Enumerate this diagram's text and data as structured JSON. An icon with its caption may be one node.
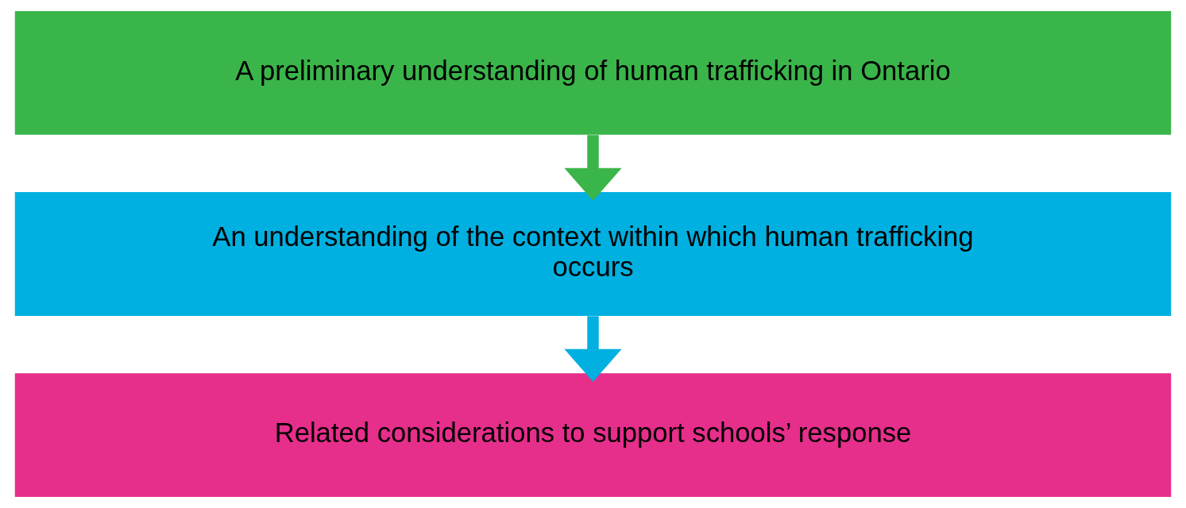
{
  "diagram": {
    "nodes": [
      {
        "text": [
          "A preliminary understanding of human trafficking in Ontario"
        ]
      },
      {
        "text": [
          "An understanding of the context within which human trafficking occurs"
        ]
      },
      {
        "text": [
          "Related considerations to support schools’ response"
        ]
      }
    ],
    "edges": [
      {
        "from": 0,
        "to": 1,
        "arrow": "to",
        "color": "#3ab54a"
      },
      {
        "from": 1,
        "to": 2,
        "arrow": "to",
        "color": "#00b0e0"
      }
    ]
  }
}
